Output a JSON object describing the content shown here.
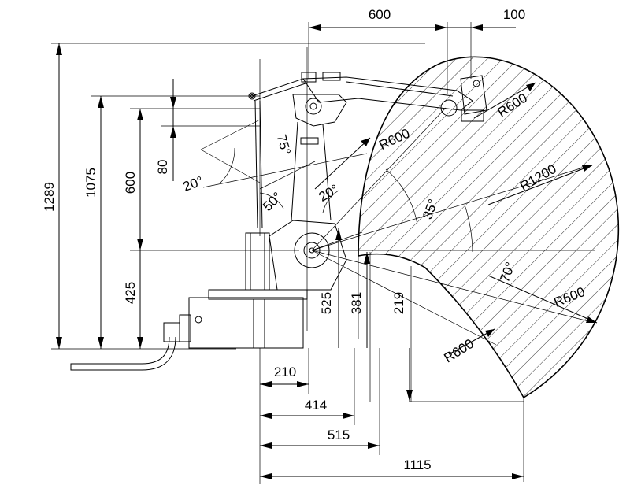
{
  "diagram": {
    "top_dims": {
      "d600": "600",
      "d100": "100"
    },
    "left_dims": {
      "d1289": "1289",
      "d1075": "1075",
      "d600": "600",
      "d80": "80",
      "d425": "425"
    },
    "mid_dims": {
      "d525": "525",
      "d381": "381",
      "d219": "219"
    },
    "bottom_dims": {
      "d210": "210",
      "d414": "414",
      "d515": "515",
      "d1115": "1115"
    },
    "angles": {
      "a20_left": "20°",
      "a75": "75°",
      "a50": "50°",
      "a20_mid": "20°",
      "a35": "35°",
      "a70": "70°"
    },
    "radii": {
      "r600_top": "R600",
      "r600_mid": "R600",
      "r1200": "R1200",
      "r600_right": "R600",
      "r600_bottom": "R600"
    }
  },
  "colors": {
    "ink": "#000000",
    "background": "#ffffff"
  }
}
